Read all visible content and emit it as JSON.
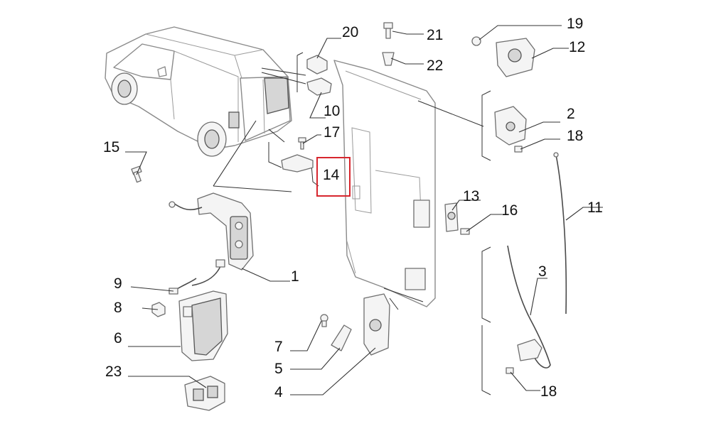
{
  "diagram": {
    "callouts": [
      {
        "id": "c1",
        "label": "1"
      },
      {
        "id": "c2",
        "label": "2"
      },
      {
        "id": "c3",
        "label": "3"
      },
      {
        "id": "c4",
        "label": "4"
      },
      {
        "id": "c5",
        "label": "5"
      },
      {
        "id": "c6",
        "label": "6"
      },
      {
        "id": "c7",
        "label": "7"
      },
      {
        "id": "c8",
        "label": "8"
      },
      {
        "id": "c9",
        "label": "9"
      },
      {
        "id": "c10",
        "label": "10"
      },
      {
        "id": "c11",
        "label": "11"
      },
      {
        "id": "c12",
        "label": "12"
      },
      {
        "id": "c13",
        "label": "13"
      },
      {
        "id": "c14",
        "label": "14"
      },
      {
        "id": "c15",
        "label": "15"
      },
      {
        "id": "c16",
        "label": "16"
      },
      {
        "id": "c17",
        "label": "17"
      },
      {
        "id": "c18a",
        "label": "18"
      },
      {
        "id": "c18b",
        "label": "18"
      },
      {
        "id": "c19",
        "label": "19"
      },
      {
        "id": "c20",
        "label": "20"
      },
      {
        "id": "c21",
        "label": "21"
      },
      {
        "id": "c22",
        "label": "22"
      },
      {
        "id": "c23",
        "label": "23"
      }
    ],
    "highlighted_callout": "14",
    "highlight_color": "#d7262e"
  }
}
